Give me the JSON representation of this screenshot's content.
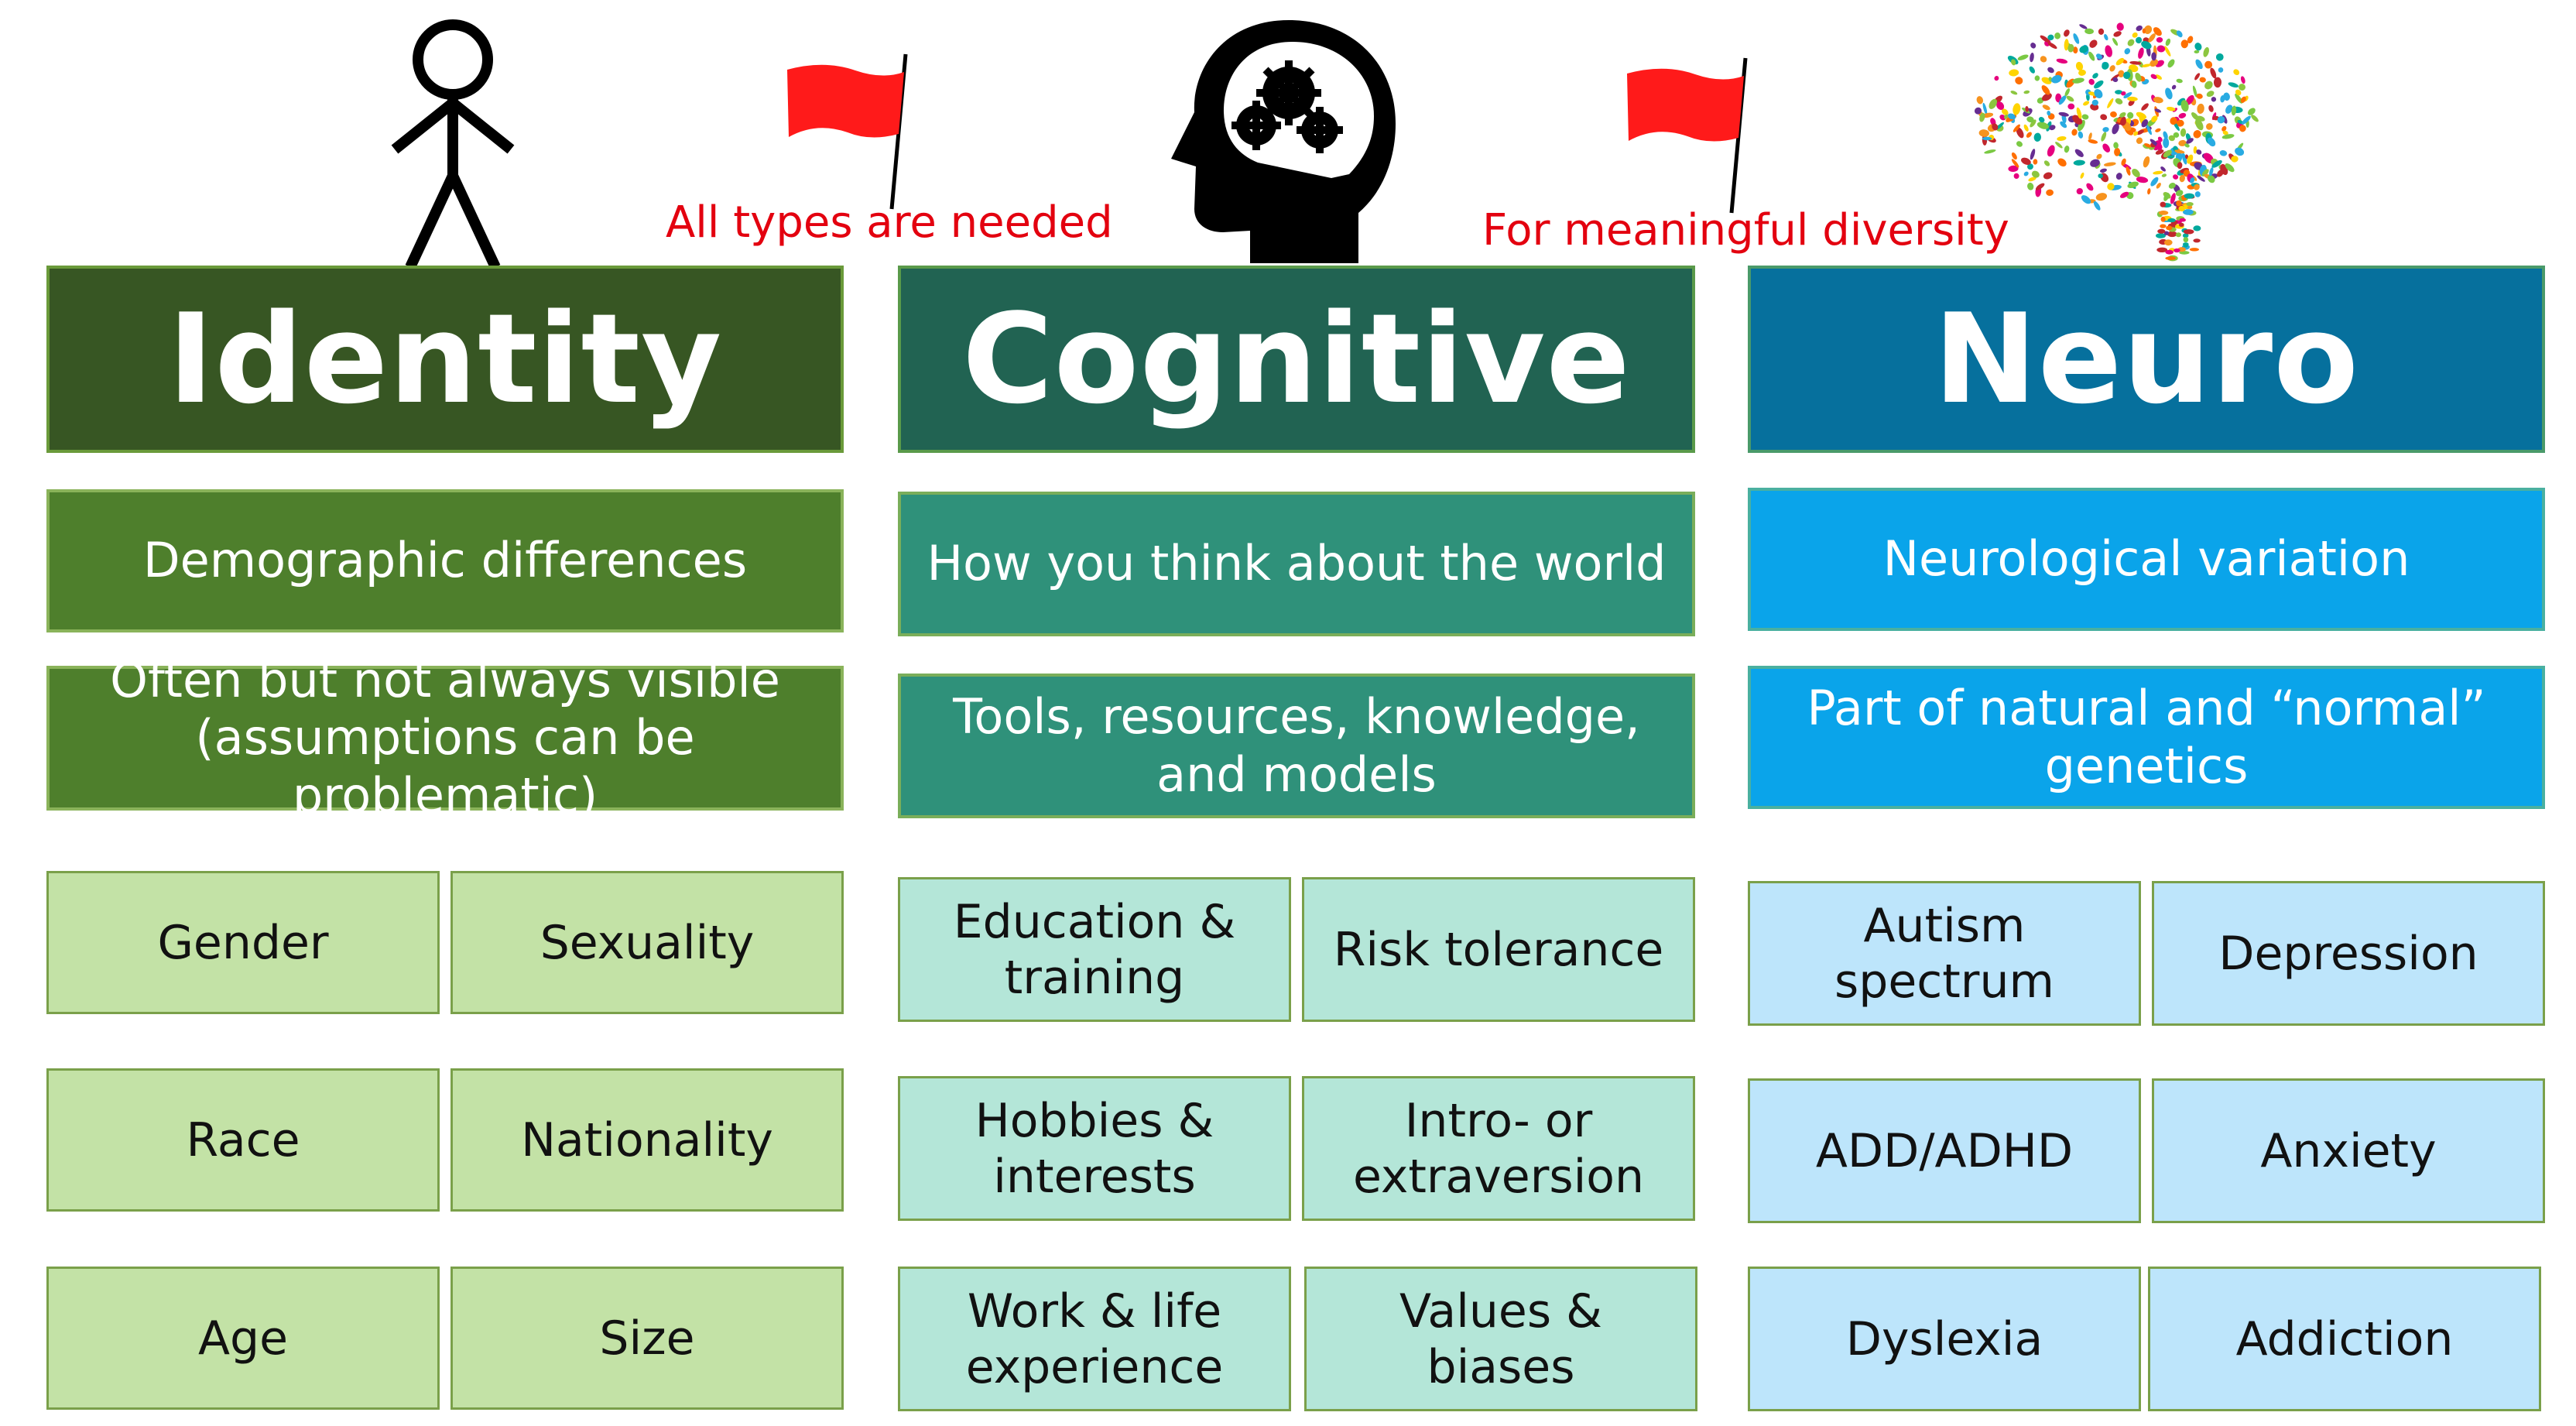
{
  "columns": [
    {
      "title": "Identity",
      "subtitle": "Demographic differences",
      "description": "Often but not always visible (assumptions can be problematic)",
      "items": [
        "Gender",
        "Sexuality",
        "Race",
        "Nationality",
        "Age",
        "Size"
      ],
      "colors": {
        "title": "#375623",
        "sub": "#4e7f2c",
        "item": "#c3e2a6"
      }
    },
    {
      "title": "Cognitive",
      "subtitle": "How you think about the world",
      "description": "Tools, resources, knowledge, and models",
      "items": [
        "Education & training",
        "Risk tolerance",
        "Hobbies & interests",
        "Intro- or extraversion",
        "Work & life experience",
        "Values & biases"
      ],
      "colors": {
        "title": "#216352",
        "sub": "#2f917a",
        "item": "#b4e6d8"
      }
    },
    {
      "title": "Neuro",
      "subtitle": "Neurological variation",
      "description": "Part of natural and “normal” genetics",
      "items": [
        "Autism spectrum",
        "Depression",
        "ADD/ADHD",
        "Anxiety",
        "Dyslexia",
        "Addiction"
      ],
      "colors": {
        "title": "#06709d",
        "sub": "#0aa4ea",
        "item": "#bde5fb"
      }
    }
  ],
  "flags": [
    {
      "text": "All types are needed",
      "color": "#e3000f"
    },
    {
      "text": "For meaningful diversity",
      "color": "#e3000f"
    }
  ],
  "icons": [
    "stick-figure-icon",
    "head-gears-icon",
    "colorful-brain-icon",
    "red-flag-icon"
  ]
}
